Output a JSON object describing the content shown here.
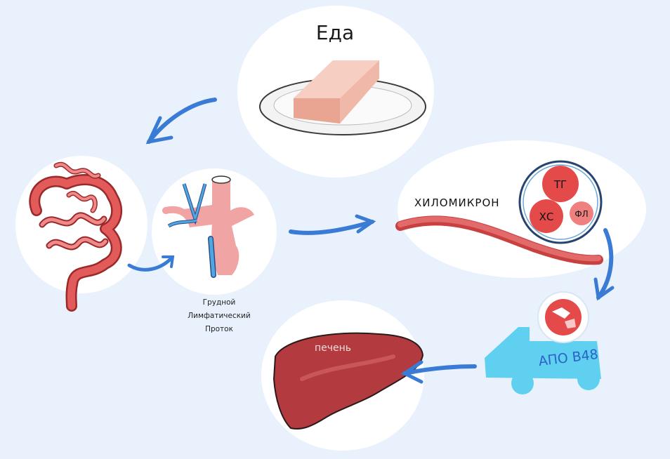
{
  "labels": {
    "food": "Еда",
    "duct_line1": "Грудной",
    "duct_line2": "Лимфатический",
    "duct_line3": "Проток",
    "chylomicron": "ХИЛОМИКРОН",
    "tg": "ТГ",
    "xs": "ХС",
    "fl": "ФЛ",
    "truck": "АПО В48",
    "liver": "печень"
  },
  "colors": {
    "background": "#e9f1fc",
    "arrow": "#3a7bd5",
    "intestine": "#d94b4b",
    "vessel": "#e36a6a",
    "lymph": "#4fa6e0",
    "truck": "#5fd0f0",
    "liver": "#b33a3e"
  },
  "icons": [
    "food-plate-icon",
    "intestine-icon",
    "lymph-duct-icon",
    "chylomicron-icon",
    "truck-icon",
    "liver-icon"
  ]
}
